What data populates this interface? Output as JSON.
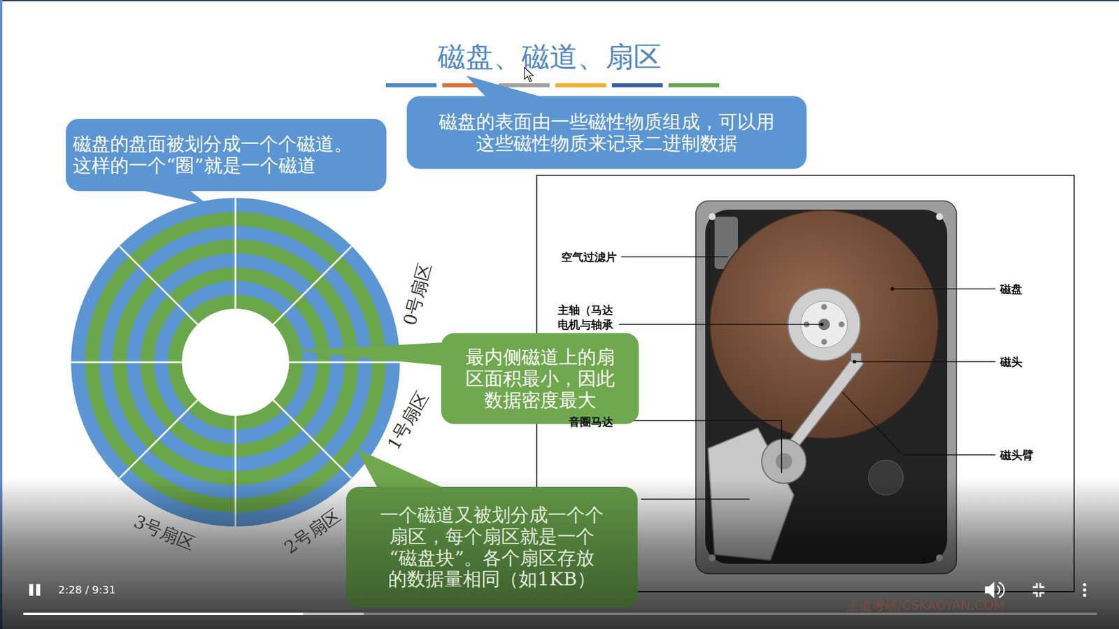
{
  "diagram": {
    "title": "磁盘、磁道、扇区",
    "nodes": [
      {
        "text": [
          "磁盘的表面由一些磁性物质组成，可以用 这些磁性物质来记录二进制数据"
        ]
      },
      {
        "text": [
          "磁盘的盘面被划分成一个个磁道。 这样的一个“圈”就是一个磁道"
        ]
      },
      {
        "text": [
          "最内侧磁道上的扇 区面积最小，因此 数据密度最大"
        ]
      },
      {
        "text": [
          "一个磁道又被划分成一个个 扇区，每个扇区就是一个 “磁盘块”。各个扇区存放 的数据量相同（如1KB）"
        ]
      }
    ],
    "labels": [
      "0号扇区",
      "空气过滤片",
      "主轴（马达",
      "电机与轴承",
      "磁盘",
      "磁头",
      "1号扇区",
      "磁头臂",
      "音圈马达",
      "3号扇区",
      "2号扇区",
      "王道考研/CSKAOYAN.COM",
      "2:28 / 9:31"
    ]
  }
}
